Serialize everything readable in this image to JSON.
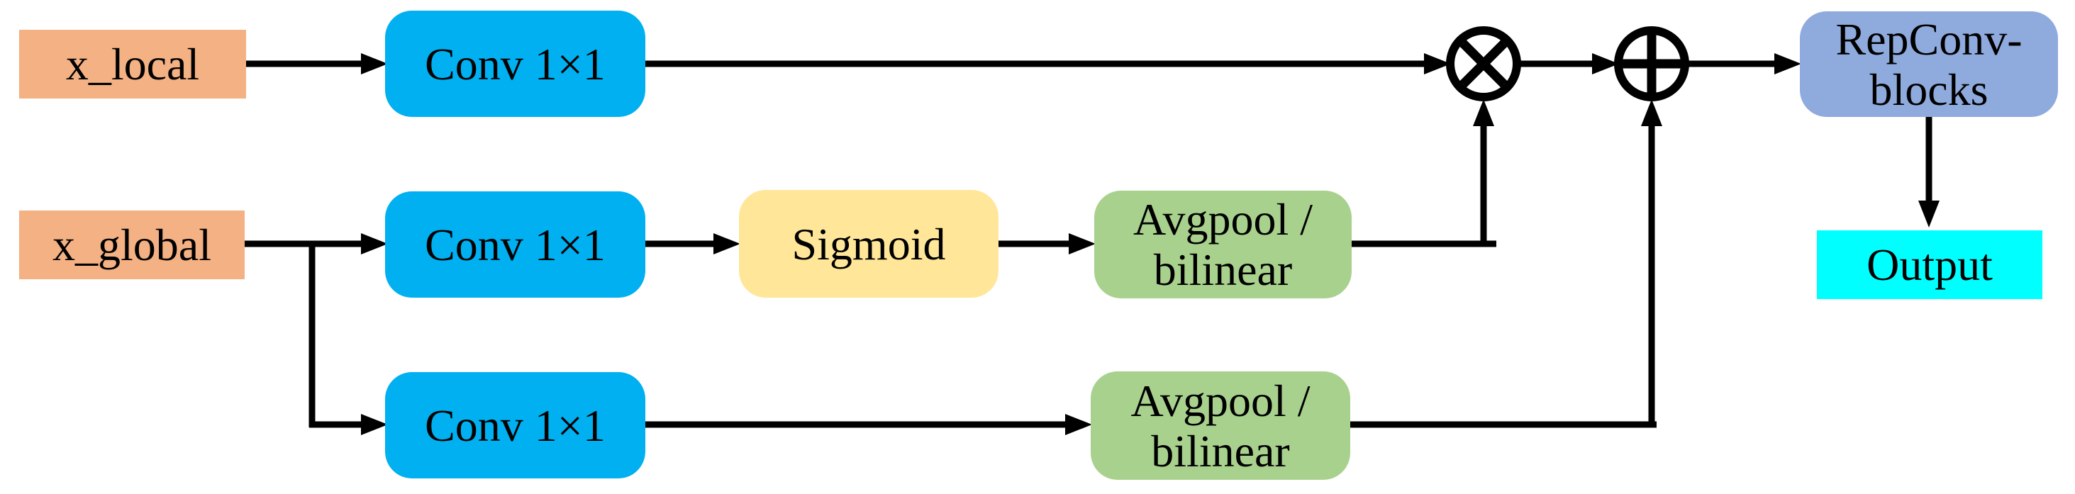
{
  "figure": {
    "background_color": "#FFFFFF",
    "line_color": "#000000"
  },
  "nodes": {
    "x_local": {
      "label": "x_local",
      "color": "#F4B183"
    },
    "x_global": {
      "label": "x_global",
      "color": "#F4B183"
    },
    "conv_top": {
      "label": "Conv 1×1",
      "color": "#00B0F0"
    },
    "conv_middle": {
      "label": "Conv 1×1",
      "color": "#00B0F0"
    },
    "conv_bottom": {
      "label": "Conv 1×1",
      "color": "#00B0F0"
    },
    "sigmoid": {
      "label": "Sigmoid",
      "color": "#FFE699"
    },
    "avgpool_middle": {
      "line1": "Avgpool /",
      "line2": "bilinear",
      "color": "#A9D18E"
    },
    "avgpool_bottom": {
      "line1": "Avgpool /",
      "line2": "bilinear",
      "color": "#A9D18E"
    },
    "repconv": {
      "line1": "RepConv-",
      "line2": "blocks",
      "color": "#8FAADC"
    },
    "output": {
      "label": "Output",
      "color": "#00FFFF"
    }
  },
  "operators": {
    "multiply": {
      "glyph": "⊗"
    },
    "add": {
      "glyph": "⊕"
    }
  }
}
